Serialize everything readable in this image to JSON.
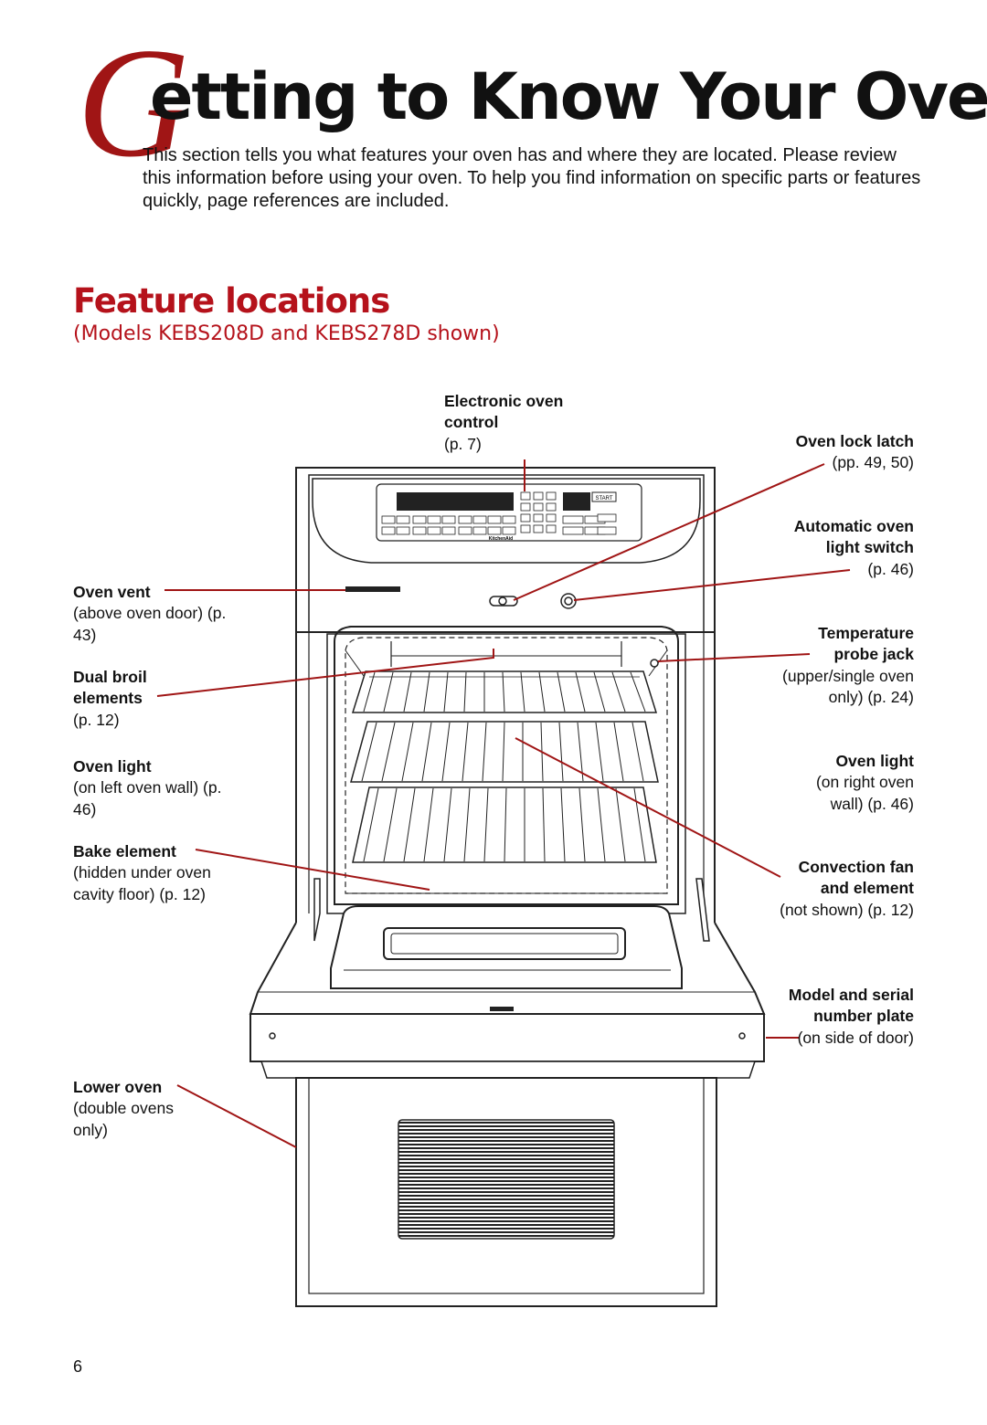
{
  "heading": {
    "initial": "G",
    "rest": "etting to Know Your Oven"
  },
  "intro": "This section tells you what features your oven has and where they are located. Please review this information before using your oven. To help you find information on specific parts or features quickly, page references are included.",
  "section": {
    "title": "Feature locations",
    "subtitle": "(Models KEBS208D and KEBS278D shown)"
  },
  "callouts": {
    "electronic_control": {
      "name": "Electronic oven control",
      "desc": "(p. 7)"
    },
    "lock_latch": {
      "name": "Oven lock latch",
      "desc": "(pp. 49, 50)"
    },
    "auto_light_switch": {
      "name": "Automatic oven light switch",
      "desc": "(p. 46)"
    },
    "oven_vent": {
      "name": "Oven vent",
      "desc": "(above oven door) (p. 43)"
    },
    "probe_jack": {
      "name": "Temperature probe jack",
      "desc": "(upper/single oven only) (p. 24)"
    },
    "dual_broil": {
      "name": "Dual broil elements",
      "desc": "(p. 12)"
    },
    "light_left": {
      "name": "Oven light",
      "desc": "(on left oven wall) (p. 46)"
    },
    "light_right": {
      "name": "Oven light",
      "desc": "(on right oven wall) (p. 46)"
    },
    "bake_element": {
      "name": "Bake element",
      "desc": "(hidden under oven cavity floor) (p. 12)"
    },
    "convection_fan": {
      "name": "Convection fan and element",
      "desc": "(not shown) (p. 12)"
    },
    "model_plate": {
      "name": "Model and serial number plate",
      "desc": "(on side of door)"
    },
    "lower_oven": {
      "name": "Lower oven",
      "desc": "(double ovens only)"
    }
  },
  "control_panel": {
    "brand": "KitchenAid",
    "start": "START"
  },
  "page_number": "6",
  "colors": {
    "accent": "#b5121b",
    "leader": "#a01515",
    "text": "#111111"
  }
}
